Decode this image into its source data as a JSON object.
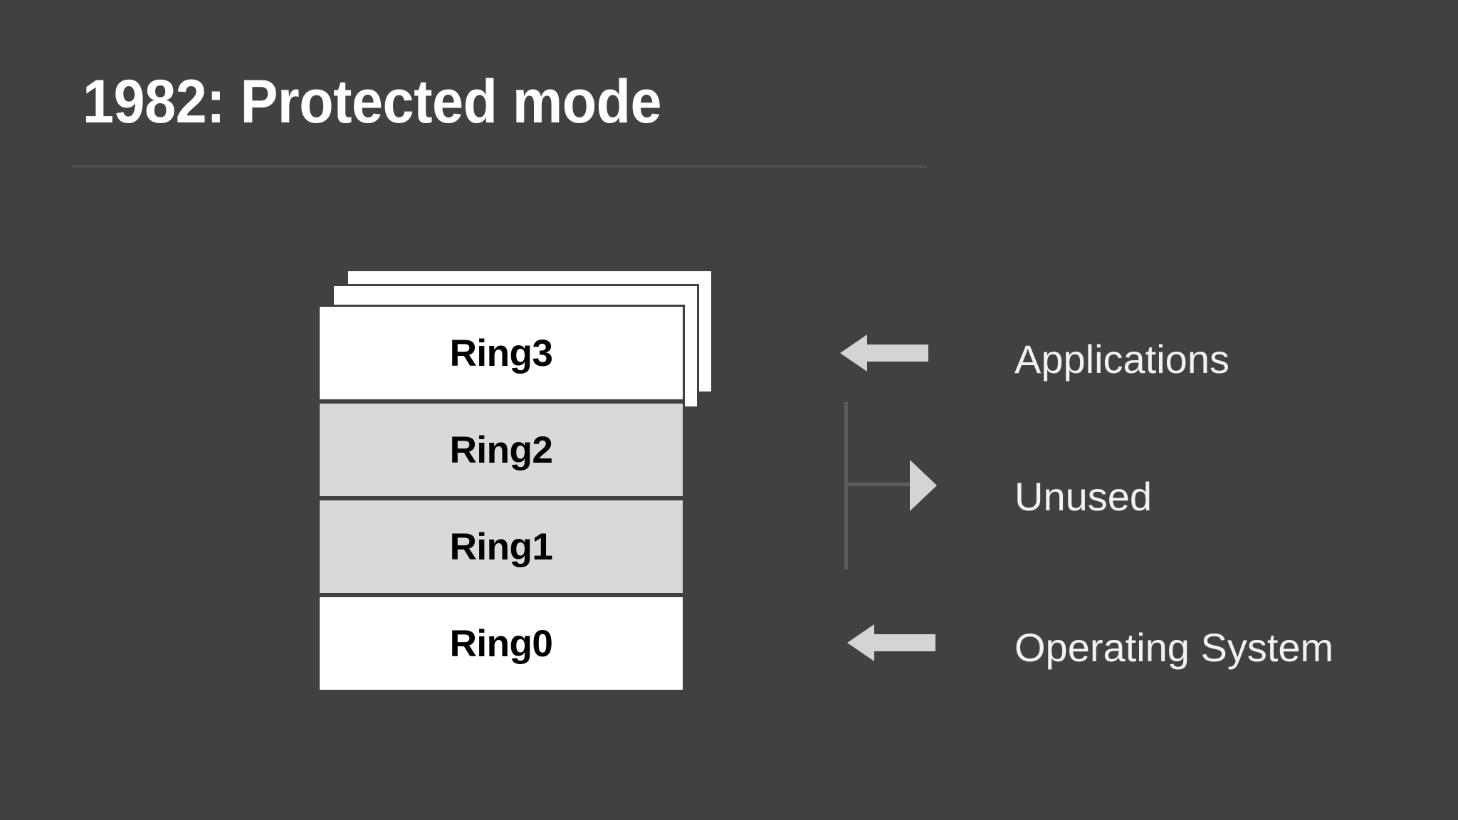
{
  "slide": {
    "background_color": "#414141",
    "title": "1982: Protected mode",
    "title_color": "#ffffff",
    "rule_color": "#4d4d4d"
  },
  "ring_stack": {
    "stack_card_fill": "#ffffff",
    "stack_card_border": "#404040",
    "rows": [
      {
        "label": "Ring3",
        "fill": "#ffffff",
        "text_color": "#000000"
      },
      {
        "label": "Ring2",
        "fill": "#d9d9d9",
        "text_color": "#000000"
      },
      {
        "label": "Ring1",
        "fill": "#d9d9d9",
        "text_color": "#000000"
      },
      {
        "label": "Ring0",
        "fill": "#ffffff",
        "text_color": "#000000"
      }
    ]
  },
  "annotations": {
    "arrow_color": "#d4d4d4",
    "connector_color": "#595959",
    "items": [
      {
        "label": "Applications",
        "marker": "left-arrow-icon",
        "points_to": "Ring3"
      },
      {
        "label": "Unused",
        "marker": "brace-right-triangle-icon",
        "points_to": "Ring2 and Ring1"
      },
      {
        "label": "Operating System",
        "marker": "left-arrow-icon",
        "points_to": "Ring0"
      }
    ]
  }
}
